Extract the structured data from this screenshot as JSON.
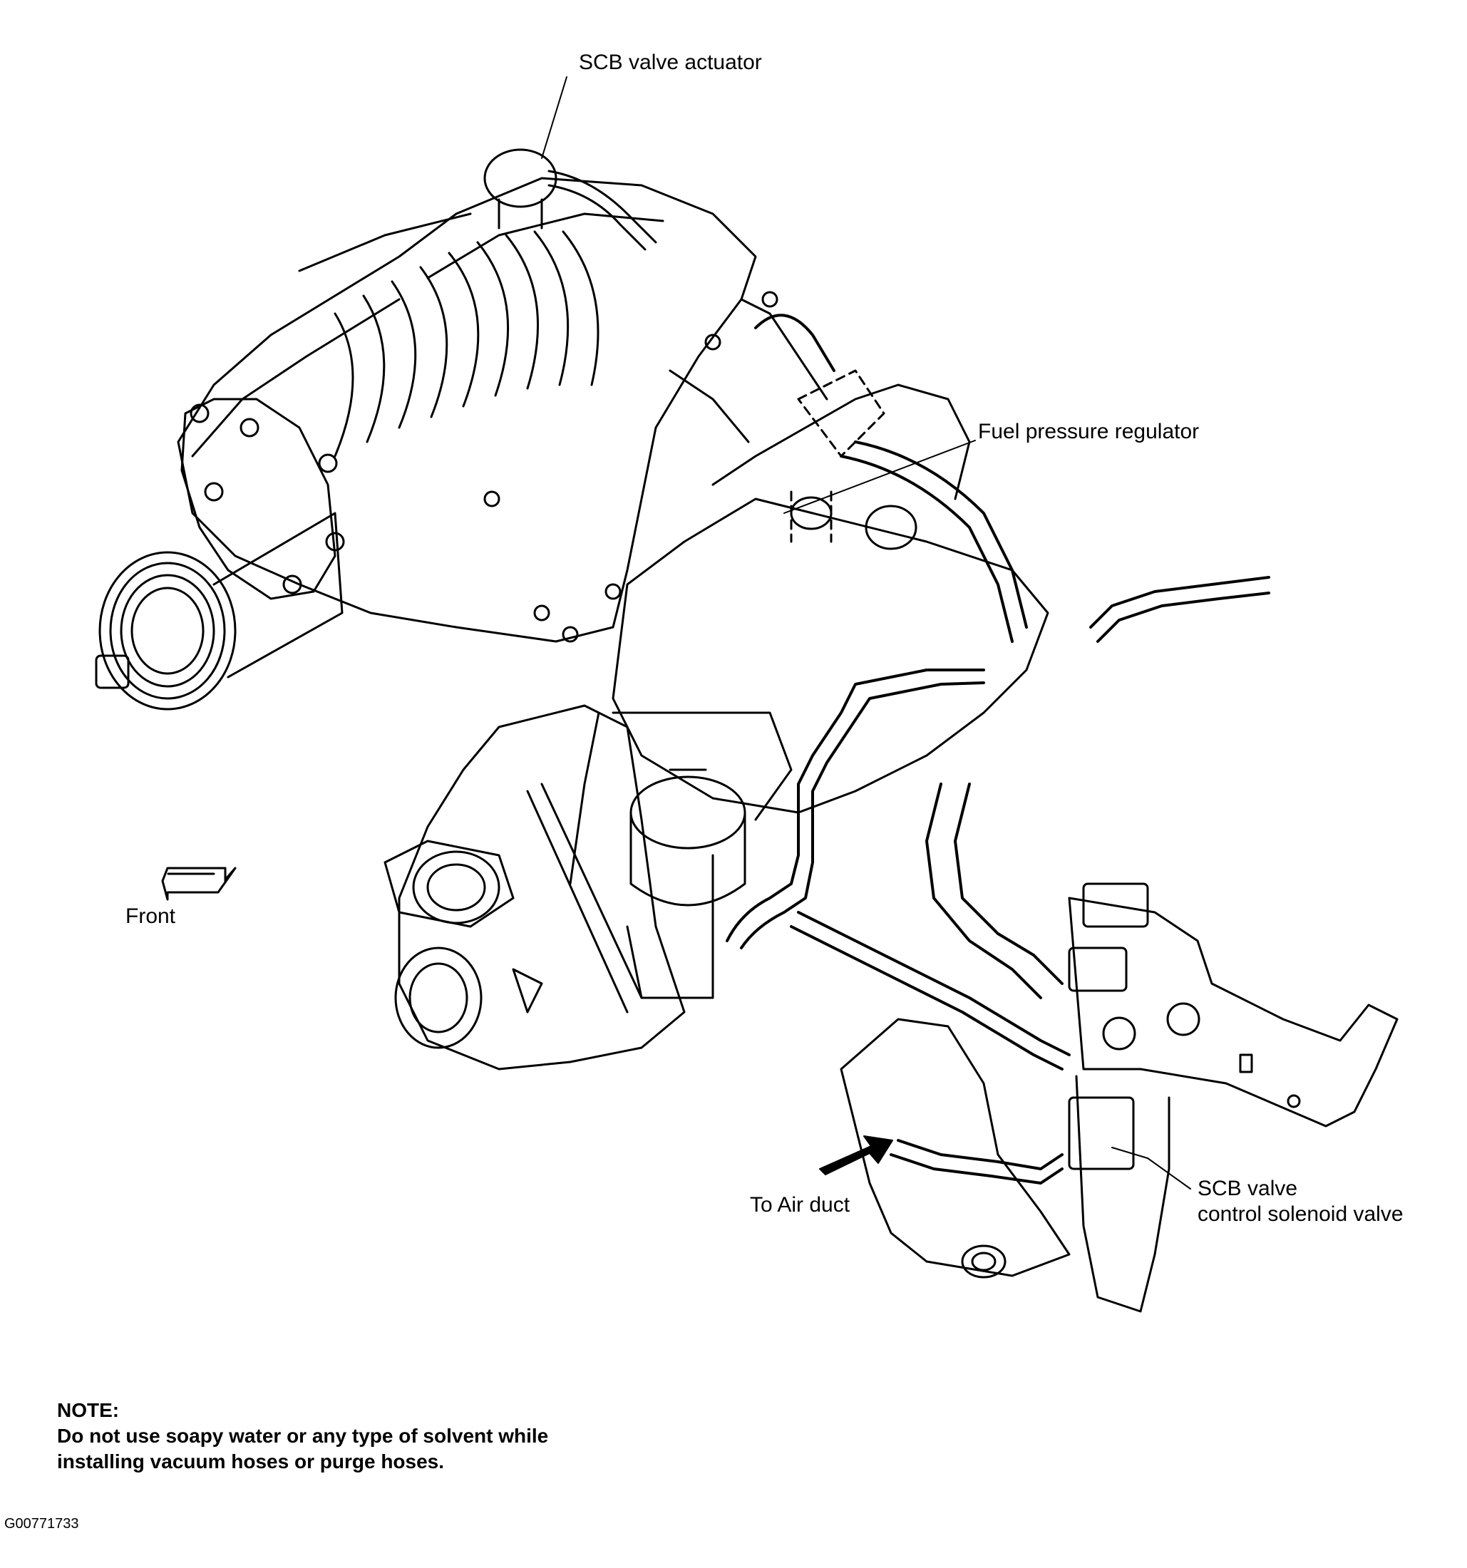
{
  "labels": {
    "scb_actuator": "SCB valve actuator",
    "fuel_regulator": "Fuel pressure regulator",
    "front": "Front",
    "air_duct": "To Air duct",
    "solenoid_line1": "SCB valve",
    "solenoid_line2": "control solenoid valve"
  },
  "note": {
    "heading": "NOTE:",
    "line1": "Do not use soapy water or any type of solvent while",
    "line2": "installing vacuum hoses or purge hoses."
  },
  "figure_id": "G00771733",
  "colors": {
    "ink": "#000000",
    "paper": "#ffffff"
  }
}
